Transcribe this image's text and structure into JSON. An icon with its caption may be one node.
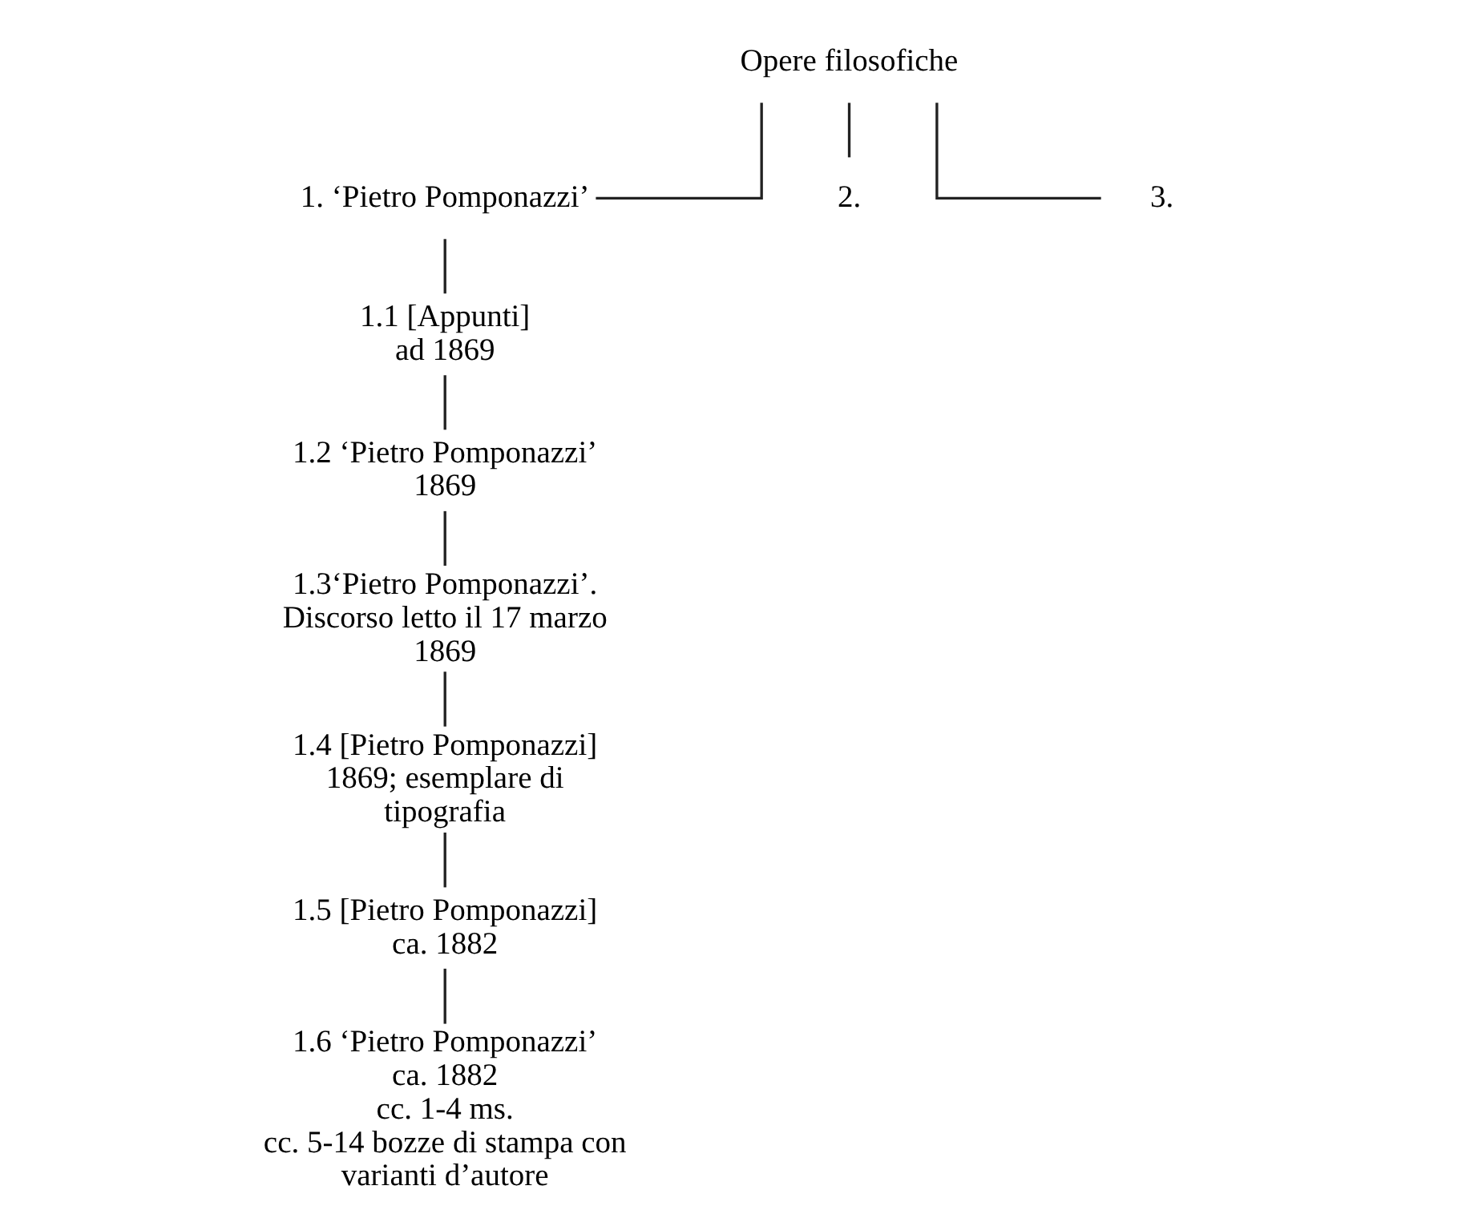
{
  "diagram": {
    "nodes": [
      {
        "text": [
          "Opere filosofiche"
        ]
      },
      {
        "text": [
          "1. ‘Pietro Pomponazzi’"
        ]
      },
      {
        "text": [
          "2."
        ]
      },
      {
        "text": [
          "3."
        ]
      },
      {
        "text": [
          "1.1 [Appunti]",
          "ad 1869"
        ]
      },
      {
        "text": [
          "1.2 ‘Pietro Pomponazzi’",
          "1869"
        ]
      },
      {
        "text": [
          "1.3‘Pietro Pomponazzi’.",
          "Discorso letto il 17 marzo 1869"
        ]
      },
      {
        "text": [
          "1.4 [Pietro Pomponazzi]",
          "1869; esemplare di tipografia"
        ]
      },
      {
        "text": [
          "1.5 [Pietro Pomponazzi]",
          "ca. 1882"
        ]
      },
      {
        "text": [
          "1.6 ‘Pietro Pomponazzi’",
          "ca. 1882",
          "cc. 1-4 ms.",
          "cc. 5-14 bozze di stampa con varianti d’autore"
        ]
      }
    ],
    "edges": [
      {
        "from": 0,
        "to": 1,
        "arrow": "none"
      },
      {
        "from": 0,
        "to": 2,
        "arrow": "none"
      },
      {
        "from": 0,
        "to": 3,
        "arrow": "none"
      },
      {
        "from": 1,
        "to": 4,
        "arrow": "none"
      },
      {
        "from": 4,
        "to": 5,
        "arrow": "none"
      },
      {
        "from": 5,
        "to": 6,
        "arrow": "none"
      },
      {
        "from": 6,
        "to": 7,
        "arrow": "none"
      },
      {
        "from": 7,
        "to": 8,
        "arrow": "none"
      },
      {
        "from": 8,
        "to": 9,
        "arrow": "none"
      }
    ]
  }
}
